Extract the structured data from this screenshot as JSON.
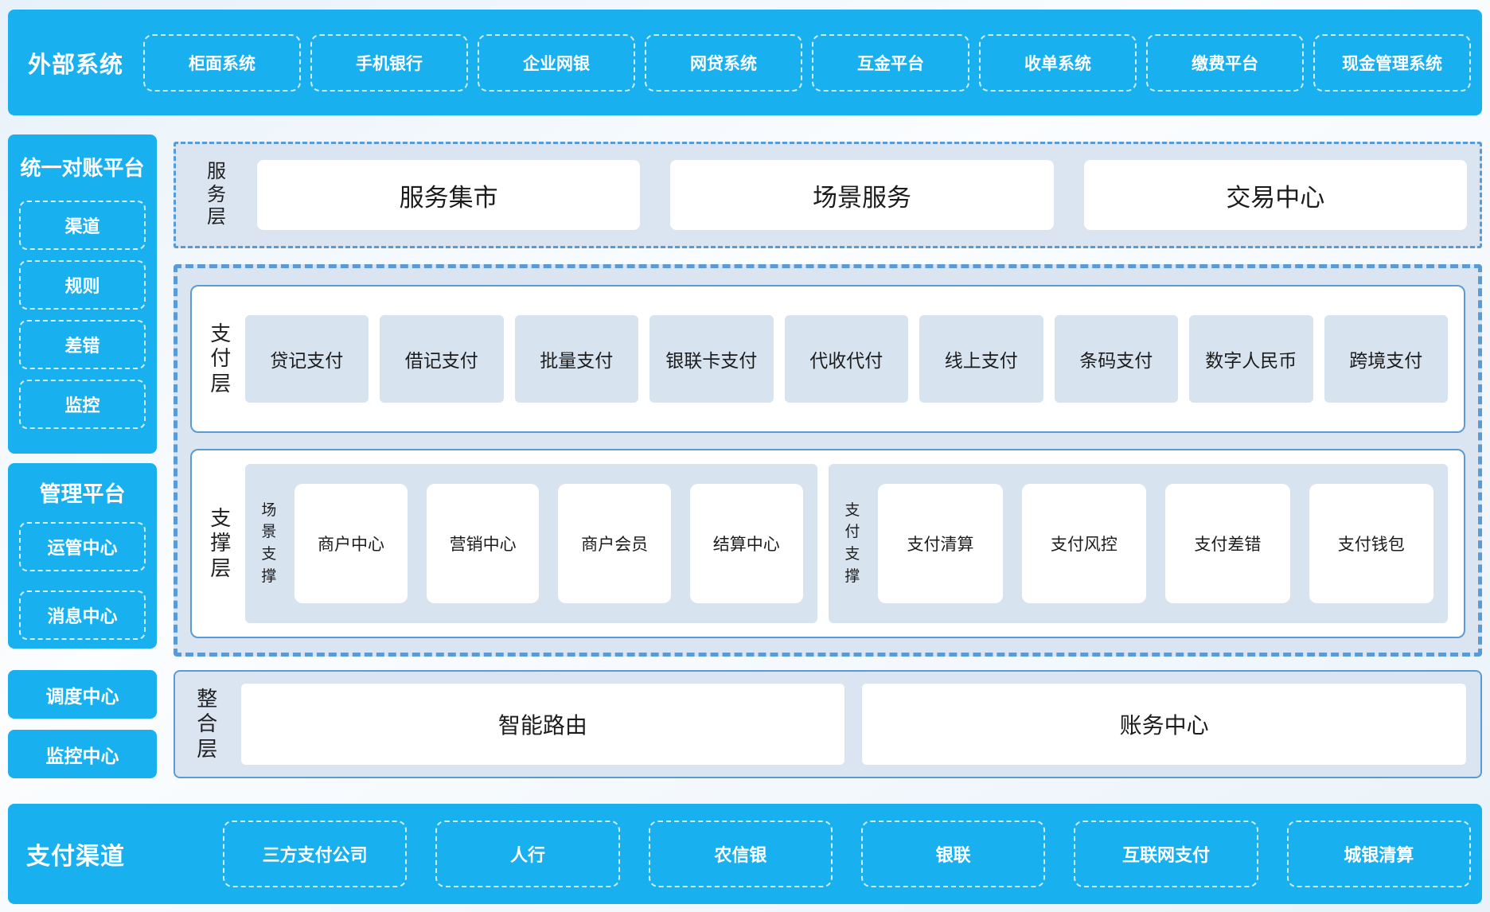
{
  "colors": {
    "bright_blue": "#19b0f0",
    "accent_border_blue": "#5b9bd5",
    "panel_light_blue": "#dbe5f2",
    "box_light_blue": "#d8e3f0",
    "text_dark": "#1c1c1c",
    "text_white": "#ffffff"
  },
  "external_systems": {
    "label": "外部系统",
    "items": [
      "柜面系统",
      "手机银行",
      "企业网银",
      "网贷系统",
      "互金平台",
      "收单系统",
      "缴费平台",
      "现金管理系统"
    ]
  },
  "sidebar": {
    "reconciliation": {
      "title": "统一对账平台",
      "items": [
        "渠道",
        "规则",
        "差错",
        "监控"
      ]
    },
    "management": {
      "title": "管理平台",
      "items": [
        "运管中心",
        "消息中心"
      ]
    },
    "dispatch_center": "调度中心",
    "monitor_center": "监控中心"
  },
  "service_layer": {
    "label": "服务层",
    "items": [
      "服务集市",
      "场景服务",
      "交易中心"
    ]
  },
  "payment_layer": {
    "label": "支付层",
    "items": [
      "贷记支付",
      "借记支付",
      "批量支付",
      "银联卡支付",
      "代收代付",
      "线上支付",
      "条码支付",
      "数字人民币",
      "跨境支付"
    ]
  },
  "support_layer": {
    "label": "支撑层",
    "groups": [
      {
        "label": "场景支撑",
        "items": [
          "商户中心",
          "营销中心",
          "商户会员",
          "结算中心"
        ]
      },
      {
        "label": "支付支撑",
        "items": [
          "支付清算",
          "支付风控",
          "支付差错",
          "支付钱包"
        ]
      }
    ]
  },
  "integration_layer": {
    "label": "整合层",
    "items": [
      "智能路由",
      "账务中心"
    ]
  },
  "payment_channels": {
    "label": "支付渠道",
    "items": [
      "三方支付公司",
      "人行",
      "农信银",
      "银联",
      "互联网支付",
      "城银清算"
    ]
  }
}
